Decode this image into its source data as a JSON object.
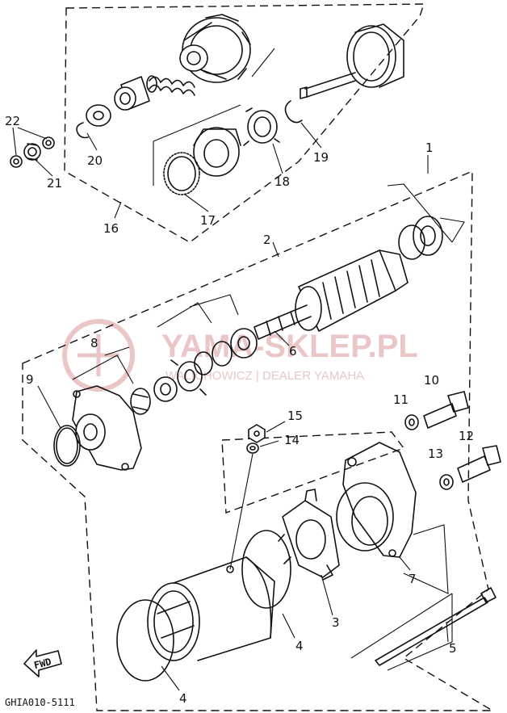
{
  "callouts": {
    "c1": "1",
    "c2": "2",
    "c3": "3",
    "c4a": "4",
    "c4b": "4",
    "c5": "5",
    "c6": "6",
    "c7": "7",
    "c8": "8",
    "c9": "9",
    "c10": "10",
    "c11": "11",
    "c12": "12",
    "c13": "13",
    "c14": "14",
    "c15": "15",
    "c16": "16",
    "c17": "17",
    "c18": "18",
    "c19": "19",
    "c20": "20",
    "c21": "21",
    "c22": "22"
  },
  "fwd_label": "FWD",
  "diagram_code": "GHIA010-5111",
  "watermark": {
    "title": "YAMA-SKLEP.PL",
    "subtitle": "WALICHOWICZ | DEALER YAMAHA",
    "color": "#e6b8b8"
  }
}
